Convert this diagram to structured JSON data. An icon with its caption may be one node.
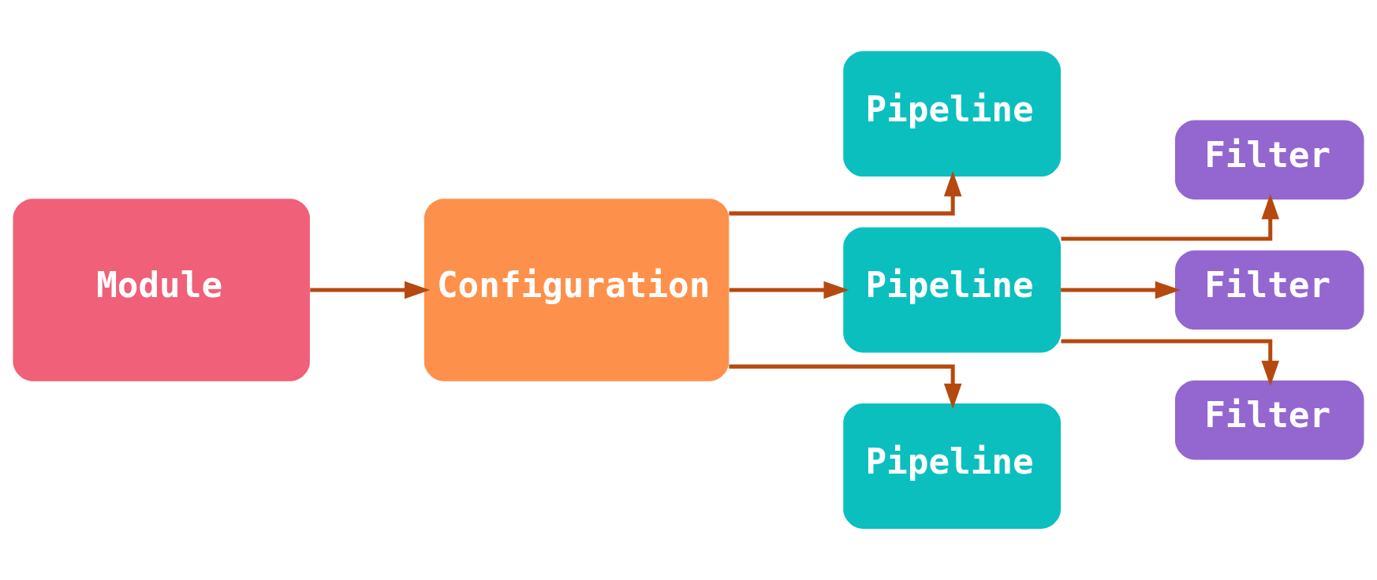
{
  "diagram": {
    "nodes": [
      {
        "text": [
          "Module"
        ]
      },
      {
        "text": [
          "Configuration"
        ]
      },
      {
        "text": [
          "Pipeline"
        ]
      },
      {
        "text": [
          "Pipeline"
        ]
      },
      {
        "text": [
          "Pipeline"
        ]
      },
      {
        "text": [
          "Filter"
        ]
      },
      {
        "text": [
          "Filter"
        ]
      },
      {
        "text": [
          "Filter"
        ]
      }
    ],
    "edges": [
      {
        "from": 0,
        "to": 1,
        "arrow": "to"
      },
      {
        "from": 1,
        "to": 2,
        "arrow": "to"
      },
      {
        "from": 1,
        "to": 3,
        "arrow": "to"
      },
      {
        "from": 1,
        "to": 4,
        "arrow": "to"
      },
      {
        "from": 3,
        "to": 5,
        "arrow": "to"
      },
      {
        "from": 3,
        "to": 6,
        "arrow": "to"
      },
      {
        "from": 3,
        "to": 7,
        "arrow": "to"
      }
    ]
  }
}
